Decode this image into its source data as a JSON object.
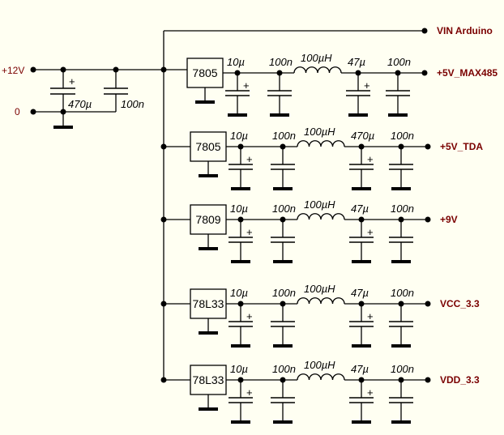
{
  "background": "#FFFFF2",
  "net_color": "#7A0000",
  "input": {
    "supply_label": "+12V",
    "ground_label": "0",
    "bulk_cap": "470µ",
    "decoupling_cap": "100n"
  },
  "top_net": {
    "label": "VIN Arduino"
  },
  "channels": [
    {
      "regulator": "7805",
      "cap_in": "10µ",
      "cap_mid": "100n",
      "inductor": "100µH",
      "cap_out": "47µ",
      "cap_final": "100n",
      "net": "+5V_MAX485"
    },
    {
      "regulator": "7805",
      "cap_in": "10µ",
      "cap_mid": "100n",
      "inductor": "100µH",
      "cap_out": "470µ",
      "cap_final": "100n",
      "net": "+5V_TDA"
    },
    {
      "regulator": "7809",
      "cap_in": "10µ",
      "cap_mid": "100n",
      "inductor": "100µH",
      "cap_out": "47µ",
      "cap_final": "100n",
      "net": "+9V"
    },
    {
      "regulator": "78L33",
      "cap_in": "10µ",
      "cap_mid": "100n",
      "inductor": "100µH",
      "cap_out": "47µ",
      "cap_final": "100n",
      "net": "VCC_3.3"
    },
    {
      "regulator": "78L33",
      "cap_in": "10µ",
      "cap_mid": "100n",
      "inductor": "100µH",
      "cap_out": "47µ",
      "cap_final": "100n",
      "net": "VDD_3.3"
    }
  ]
}
